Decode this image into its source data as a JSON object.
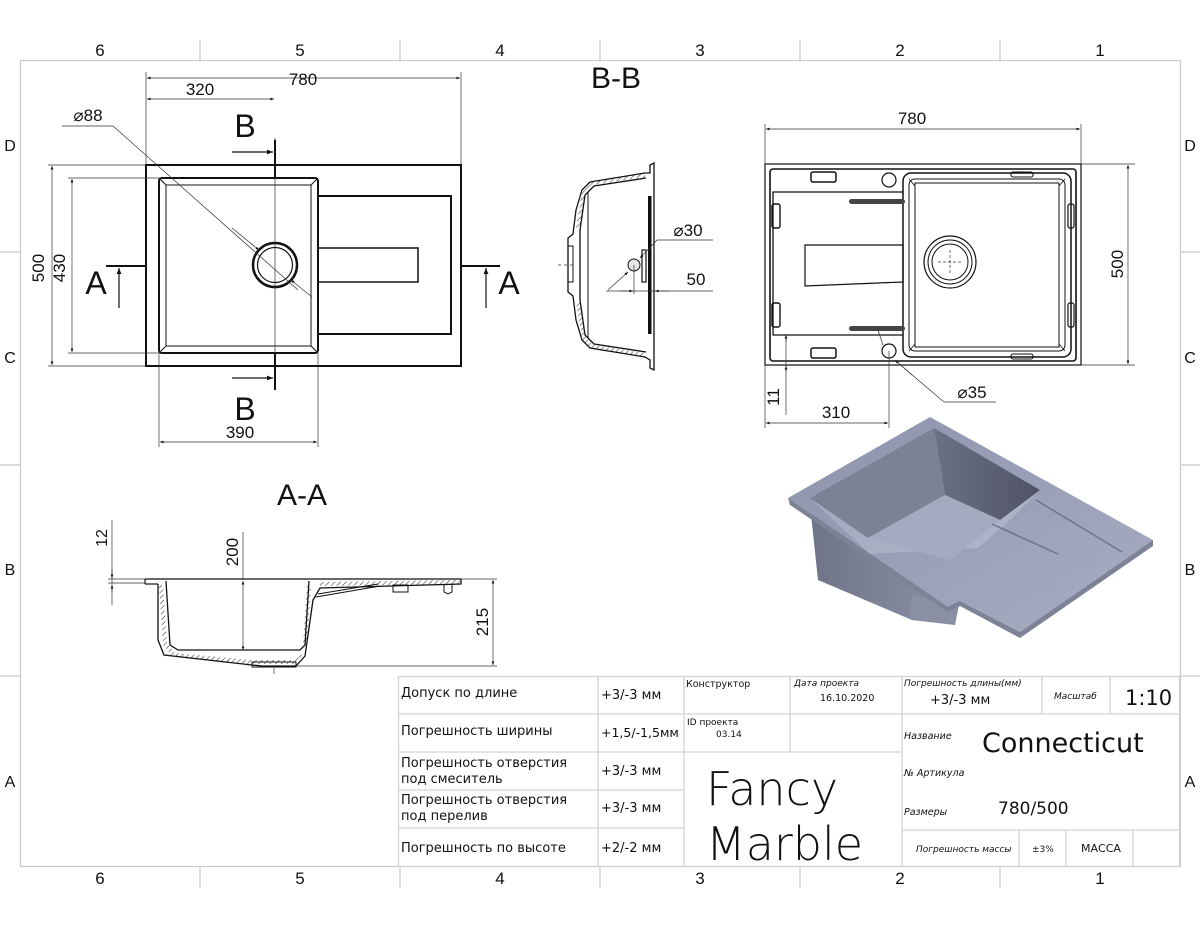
{
  "sheet": {
    "column_markers_top": [
      "6",
      "5",
      "4",
      "3",
      "2",
      "1"
    ],
    "column_markers_bottom": [
      "6",
      "5",
      "4",
      "3",
      "2",
      "1"
    ],
    "row_markers_left": [
      "D",
      "C",
      "B",
      "A"
    ],
    "row_markers_right": [
      "D",
      "C",
      "B",
      "A"
    ]
  },
  "top_view": {
    "dim_overall_length": "780",
    "dim_bowl_offset": "320",
    "dim_drain_diameter": "⌀88",
    "dim_overall_width": "500",
    "dim_bowl_width": "430",
    "dim_bowl_length": "390",
    "section_marker_b_top": "B",
    "section_marker_b_bottom": "B",
    "section_marker_a_left": "A",
    "section_marker_a_right": "A"
  },
  "section_bb": {
    "title": "B-B",
    "dim_overflow_diameter": "⌀30",
    "dim_overflow_offset": "50"
  },
  "bottom_view": {
    "dim_overall_length": "780",
    "dim_overall_width": "500",
    "dim_tap_hole_diameter": "⌀35",
    "dim_tap_hole_offset": "310",
    "dim_edge_offset": "11"
  },
  "section_aa": {
    "title": "A-A",
    "dim_rim_thickness": "12",
    "dim_bowl_depth": "200",
    "dim_total_height": "215"
  },
  "render_3d": {
    "description": "isometric render of sink",
    "colors": {
      "top": "#9aa0b8",
      "rim": "#a6abc2",
      "inner_wall_dark": "#5c6070",
      "inner_wall_mid": "#7a7f94",
      "bottom": "#a9aec4",
      "outer_side": "#7f8499",
      "drainer": "#a2a7be"
    }
  },
  "title_block": {
    "tolerances": [
      {
        "label": "Допуск по длине",
        "value": "+3/-3 мм"
      },
      {
        "label": "Погрешность ширины",
        "value": "+1,5/-1,5мм"
      },
      {
        "label_line1": "Погрешность отверстия",
        "label_line2": "под смеситель",
        "value": "+3/-3 мм"
      },
      {
        "label_line1": "Погрешность отверстия",
        "label_line2": "под перелив",
        "value": "+3/-3 мм"
      },
      {
        "label": "Погрешность по высоте",
        "value": "+2/-2 мм"
      }
    ],
    "designer_label": "Конструктор",
    "designer_value": "",
    "project_date_label": "Дата проекта",
    "project_date_value": "16.10.2020",
    "project_id_label": "ID проекта",
    "project_id_value": "03.14",
    "brand_line1": "Fancy",
    "brand_line2": "Marble",
    "length_error_label": "Погрешность длины(мм)",
    "length_error_value": "+3/-3 мм",
    "scale_label": "Масштаб",
    "scale_value": "1:10",
    "name_label": "Название",
    "name_value": "Connecticut",
    "article_label": "№ Артикула",
    "article_value": "",
    "size_label": "Размеры",
    "size_value": "780/500",
    "mass_error_label": "Погрешность массы",
    "mass_error_value": "±3%",
    "mass_label": "МАССА",
    "mass_value": ""
  }
}
